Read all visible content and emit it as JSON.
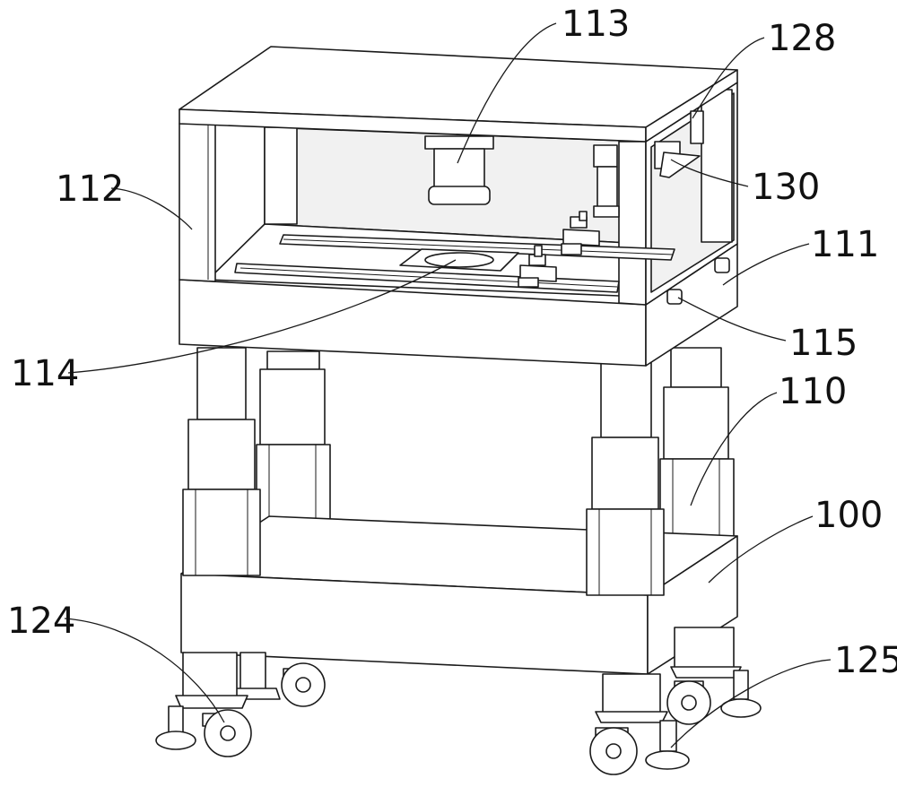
{
  "labels": [
    {
      "id": "113",
      "text": "113"
    },
    {
      "id": "128",
      "text": "128"
    },
    {
      "id": "112",
      "text": "112"
    },
    {
      "id": "130",
      "text": "130"
    },
    {
      "id": "111",
      "text": "111"
    },
    {
      "id": "115",
      "text": "115"
    },
    {
      "id": "114",
      "text": "114"
    },
    {
      "id": "110",
      "text": "110"
    },
    {
      "id": "100",
      "text": "100"
    },
    {
      "id": "124",
      "text": "124"
    },
    {
      "id": "125",
      "text": "125"
    }
  ]
}
